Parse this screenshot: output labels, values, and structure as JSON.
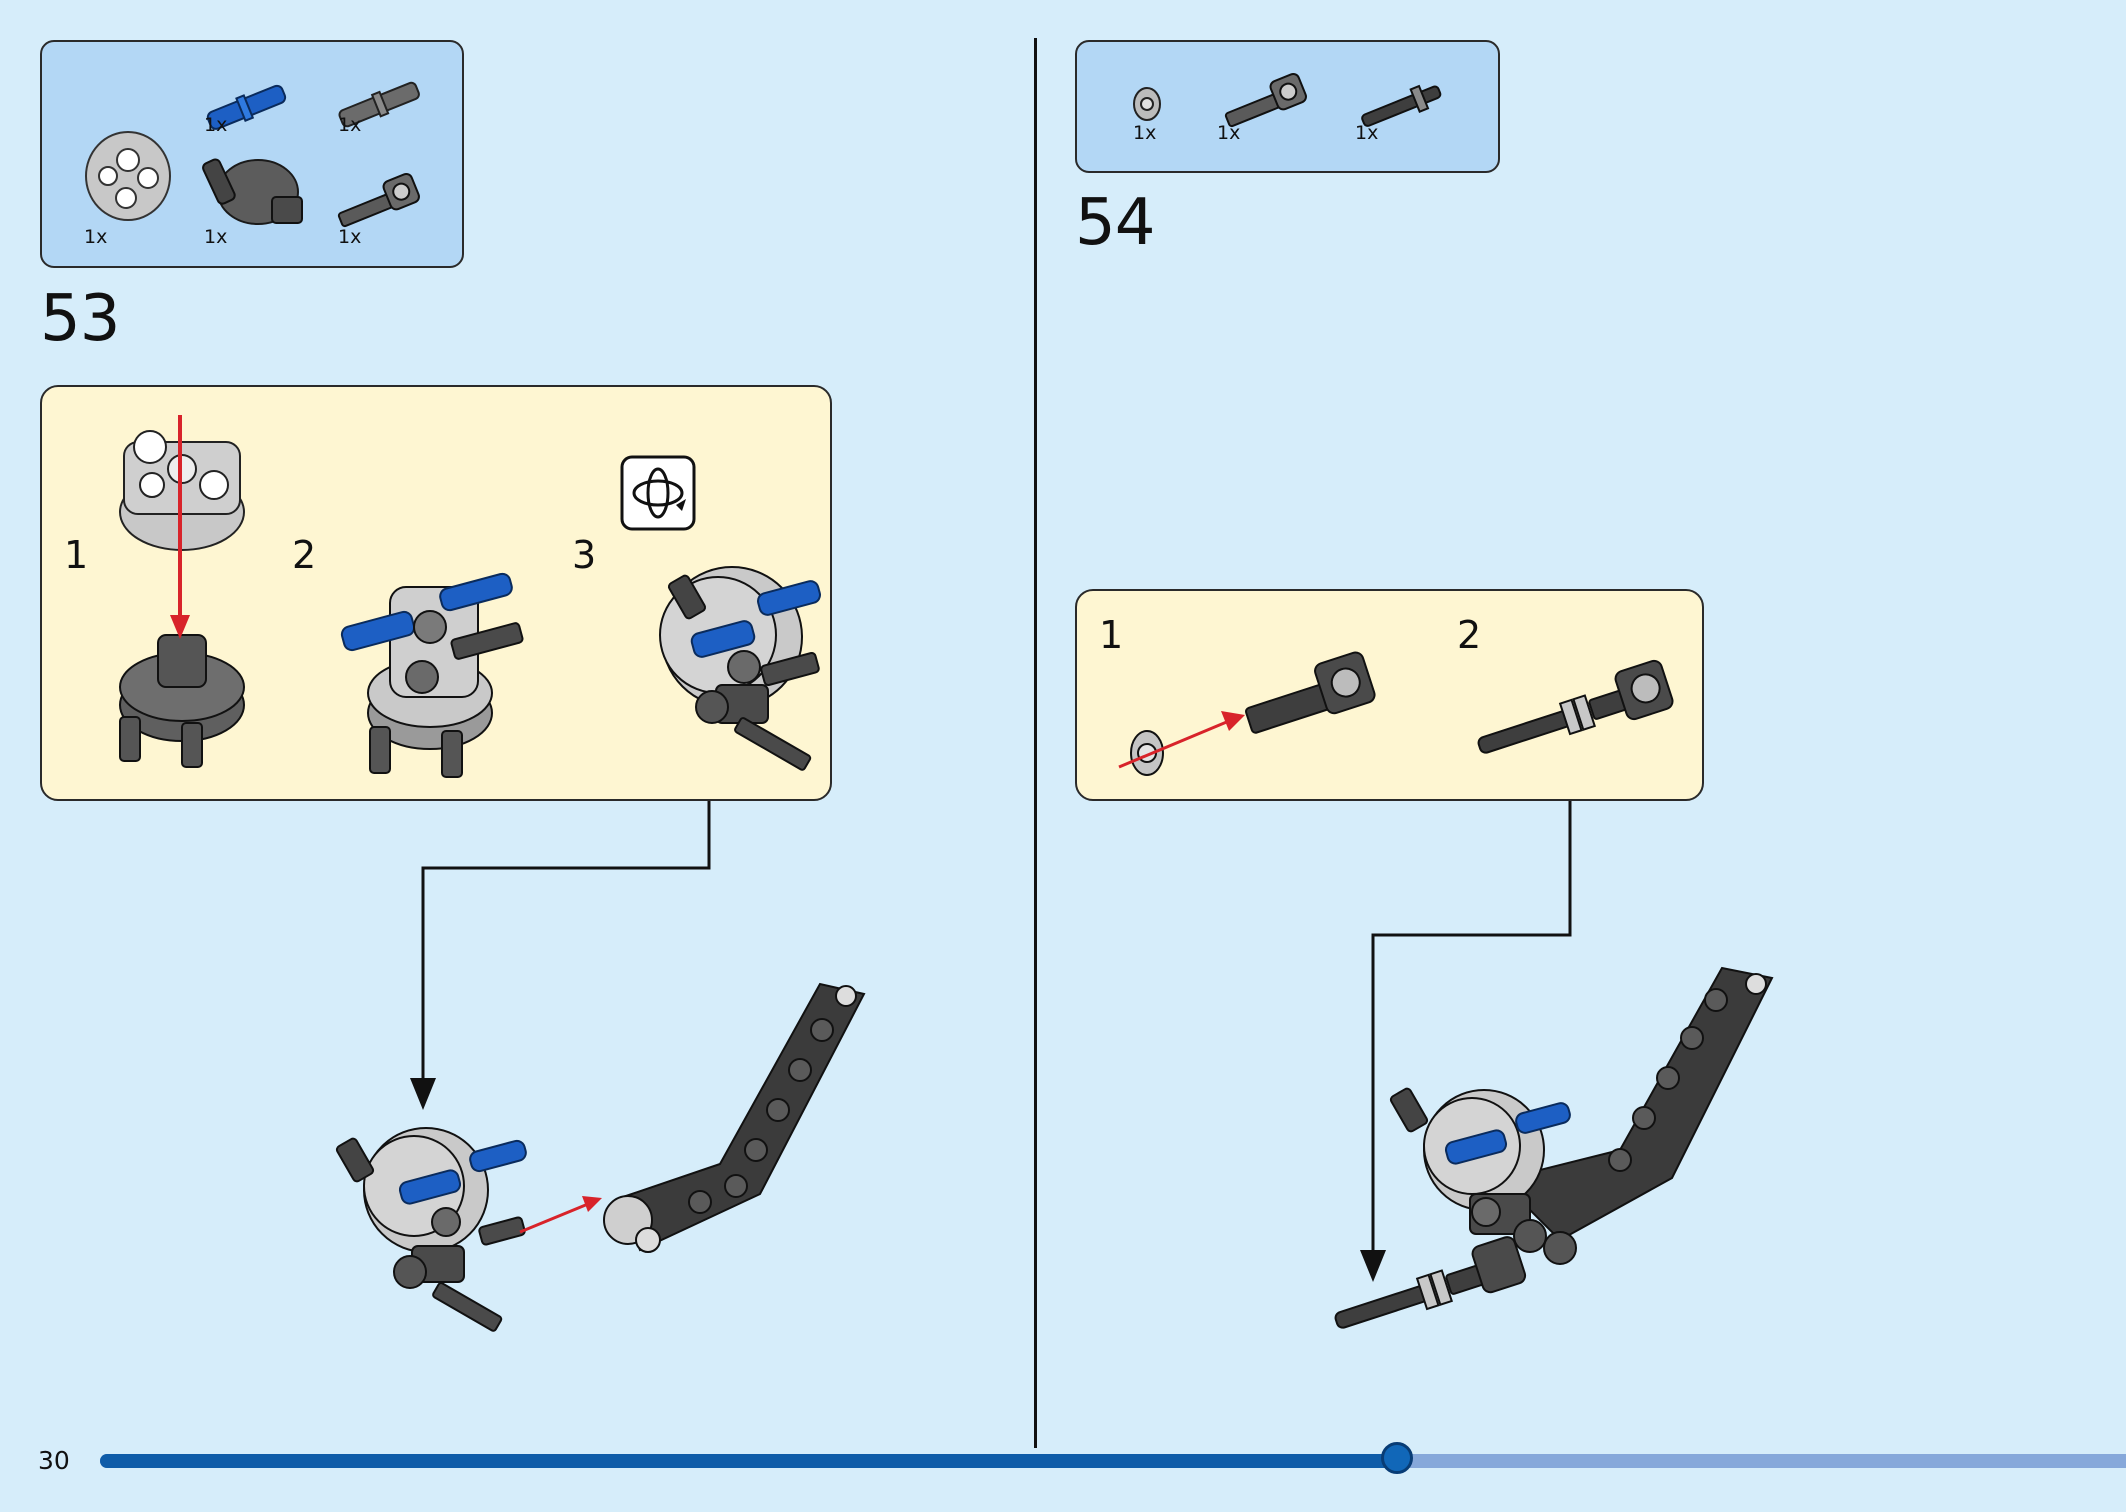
{
  "page": {
    "number": "30",
    "progress": 0.64
  },
  "step53": {
    "number": "53",
    "parts": [
      {
        "qty": "1x",
        "icon": "blue-pin-icon"
      },
      {
        "qty": "1x",
        "icon": "gray-axle-pin-icon"
      },
      {
        "qty": "1x",
        "icon": "light-gray-hub-icon"
      },
      {
        "qty": "1x",
        "icon": "dark-gray-dish-icon"
      },
      {
        "qty": "1x",
        "icon": "axle-connector-icon"
      }
    ],
    "substeps": [
      "1",
      "2",
      "3"
    ]
  },
  "step54": {
    "number": "54",
    "parts": [
      {
        "qty": "1x",
        "icon": "bush-icon"
      },
      {
        "qty": "1x",
        "icon": "axle-connector-icon"
      },
      {
        "qty": "1x",
        "icon": "axle-with-stop-icon"
      }
    ],
    "substeps": [
      "1",
      "2"
    ]
  },
  "colors": {
    "background": "#d6edfa",
    "parts_box": "#b3d7f5",
    "sub_box": "#fef6d2",
    "progress": "#0f5ca8",
    "progress_track": "#86a8da",
    "arrow": "#d8232a",
    "blue_part": "#1d5fc4"
  }
}
